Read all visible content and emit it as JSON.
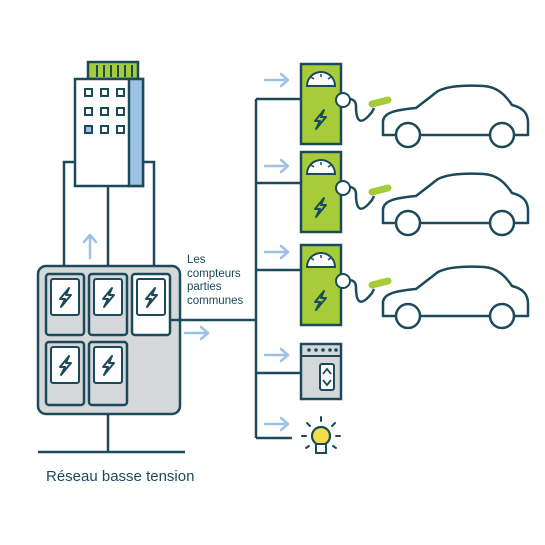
{
  "labels": {
    "meters_line1": "Les",
    "meters_line2": "compteurs",
    "meters_line3": "parties",
    "meters_line4": "communes",
    "network": "Réseau basse tension"
  },
  "colors": {
    "stroke": "#1b4a5a",
    "green": "#a6cc3a",
    "blue": "#9ec2e6",
    "gray": "#d6d7d9",
    "white": "#ffffff"
  },
  "icons": {
    "building": "building-icon",
    "meter": "lightning-icon",
    "charger": "ev-charger-icon",
    "car": "car-icon",
    "elevator": "elevator-icon",
    "bulb": "light-bulb-icon",
    "arrow": "arrow-icon"
  }
}
